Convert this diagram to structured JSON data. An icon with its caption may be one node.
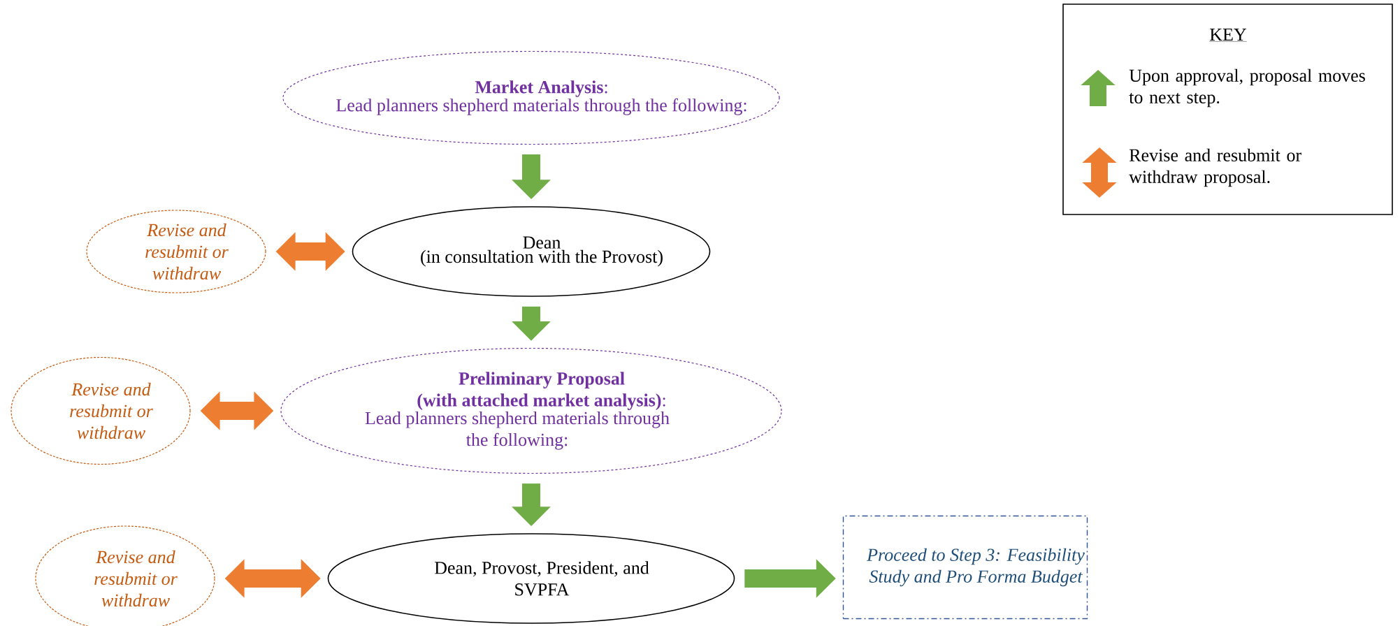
{
  "diagram": {
    "nodes": [
      {
        "text": [
          "**Market Analysis**:",
          "Lead planners shepherd materials through the following:"
        ]
      },
      {
        "text": [
          "Revise and resubmit or withdraw"
        ]
      },
      {
        "text": [
          "Dean",
          "(in consultation with the Provost)"
        ]
      },
      {
        "text": [
          "Revise and resubmit or withdraw"
        ]
      },
      {
        "text": [
          "**Preliminary Proposal (with attached market analysis)**:",
          "Lead planners shepherd materials through the following:"
        ]
      },
      {
        "text": [
          "Revise and resubmit or withdraw"
        ]
      },
      {
        "text": [
          "Dean, Provost, President, and SVPFA"
        ]
      },
      {
        "text": [
          "Proceed to Step 3: Feasibility Study and Pro Forma Budget"
        ]
      }
    ],
    "edges": [
      {
        "from": 0,
        "to": 2,
        "arrow": "to"
      },
      {
        "from": 1,
        "to": 2,
        "arrow": "both",
        "color": "#ed7d31"
      },
      {
        "from": 2,
        "to": 4,
        "arrow": "to"
      },
      {
        "from": 3,
        "to": 4,
        "arrow": "both",
        "color": "#ed7d31"
      },
      {
        "from": 4,
        "to": 6,
        "arrow": "to"
      },
      {
        "from": 5,
        "to": 6,
        "arrow": "both",
        "color": "#ed7d31"
      },
      {
        "from": 6,
        "to": 7,
        "arrow": "to"
      }
    ],
    "labels": [
      "KEY"
    ],
    "legend": [
      {
        "text": "Upon approval, proposal moves to next step.",
        "color": "#70ad47"
      },
      {
        "text": "Revise and resubmit or withdraw proposal.",
        "color": "#ed7d31"
      }
    ]
  }
}
